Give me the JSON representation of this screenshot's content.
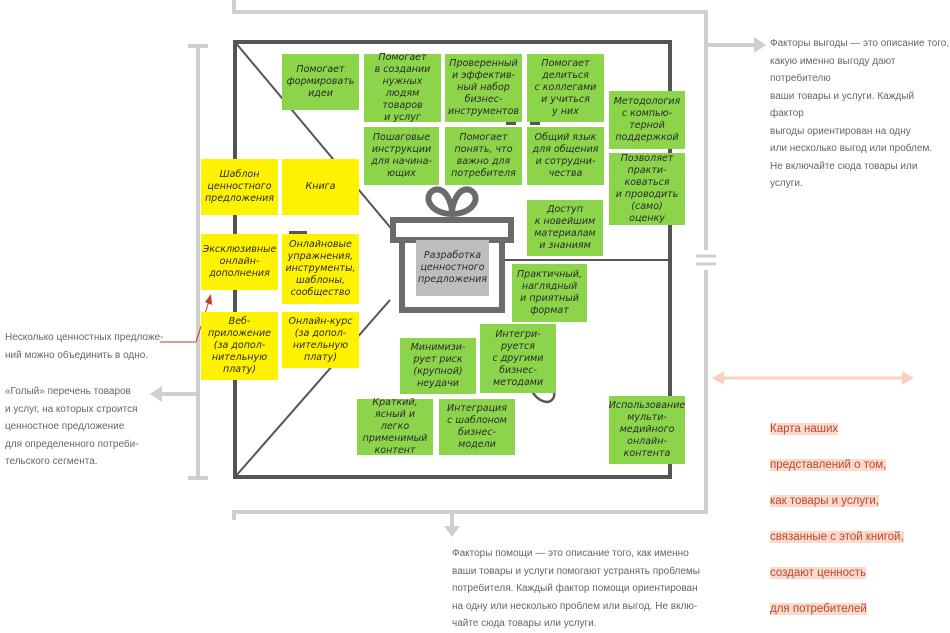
{
  "canvas_elements": {
    "green_notes": [
      {
        "text": "Помогает\nформировать\nидеи"
      },
      {
        "text": "Помогает\nв создании\nнужных людям\nтоваров\nи услуг"
      },
      {
        "text": "Проверенный\nи эффектив-\nный набор\nбизнес-\nинструментов"
      },
      {
        "text": "Помогает\nделиться\nс коллегами\nи учиться\nу них"
      },
      {
        "text": "Методология\nс компью-\nтерной\nподдержкой"
      },
      {
        "text": "Пошаговые\nинструкции\nдля начина-\nющих"
      },
      {
        "text": "Помогает\nпонять, что\nважно для\nпотребителя"
      },
      {
        "text": "Общий язык\nдля общения\nи сотрудни-\nчества"
      },
      {
        "text": "Позволяет\nпракти-\nковаться\nи проводить\n(само) оценку"
      },
      {
        "text": "Доступ\nк новейшим\nматериалам\nи знаниям"
      },
      {
        "text": "Практичный,\nнаглядный\nи приятный\nформат"
      },
      {
        "text": "Интегри-\nруется\nс другими\nбизнес-\nметодами"
      },
      {
        "text": "Минимизи-\nрует риск\n(крупной)\nнеудачи"
      },
      {
        "text": "Краткий,\nясный и легко\nприменимый\nконтент"
      },
      {
        "text": "Интеграция\nс шаблоном\nбизнес-\nмодели"
      },
      {
        "text": "Использование\nмульти-\nмедийного\nонлайн-\nконтента"
      }
    ],
    "yellow_notes": [
      {
        "text": "Шаблон\nценностного\nпредложения"
      },
      {
        "text": "Книга"
      },
      {
        "text": "Эксклюзивные\nонлайн-\nдополнения"
      },
      {
        "text": "Онлайновые\nупражнения,\nинструменты,\nшаблоны,\nсообщество"
      },
      {
        "text": "Веб-\nприложение\n(за допол-\nнительную\nплату)"
      },
      {
        "text": "Онлайн-курс\n(за допол-\nнительную\nплату)"
      }
    ],
    "center_note": {
      "text": "Разработка\nценностного\nпредложения"
    }
  },
  "captions": {
    "gain_creators": "Факторы выгоды — это описание того,\nкакую именно выгоду дают потребителю\nваши товары и услуги. Каждый фактор\nвыгоды ориентирован на одну\nили несколько выгод или проблем.\nНе включайте сюда товары или услуги.",
    "pain_relievers": "Факторы помощи — это описание того, как именно\nваши товары и услуги помогают устранять проблемы\nпотребителя. Каждый фактор помощи ориентирован\nна одну или несколько проблем или выгод. Не вклю-\nчайте сюда товары или услуги.",
    "combine": "Несколько ценностных предложе-\nний можно объединить в одно.",
    "products_list": "«Голый» перечень товаров\nи услуг, на которых строится\nценностное предложение\nдля определенного потреби-\nтельского сегмента.",
    "map_summary": [
      "Карта наших",
      "представлений о том,",
      "как товары и услуги,",
      "связанные с этой книгой,",
      "создают ценность",
      "для потребителей"
    ]
  },
  "colors": {
    "green": "#8cd44a",
    "yellow": "#fff200",
    "frame": "#555555",
    "bracket": "#cfcfcf",
    "arrow_accent": "#c0392b",
    "highlight": "#fbd9cc",
    "gift": "#6b6b6b"
  },
  "icons": [
    "gift-icon",
    "gain-arrow-icon",
    "pain-arrow-icon",
    "products-arrow-icon",
    "double-arrow-icon",
    "combine-arrow-icon"
  ]
}
